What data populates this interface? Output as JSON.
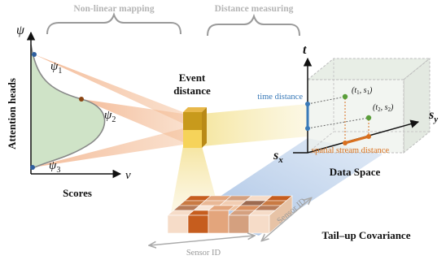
{
  "header": {
    "left_bracket_label": "Non-linear mapping",
    "right_bracket_label": "Distance measuring"
  },
  "left_plot": {
    "y_symbol": "ψ",
    "x_symbol": "v",
    "y_label": "Attention heads",
    "x_label": "Scores",
    "psi1": {
      "base": "ψ",
      "sub": "1"
    },
    "psi2": {
      "base": "ψ",
      "sub": "2"
    },
    "psi3": {
      "base": "ψ",
      "sub": "3"
    },
    "colors": {
      "fill": "#cfe3c7",
      "curve": "#888888",
      "point_blue": "#2f5f9e",
      "point_brown": "#8b4513"
    }
  },
  "event": {
    "label_line1": "Event",
    "label_line2": "distance"
  },
  "data_space": {
    "t_axis": "t",
    "sx_axis": {
      "base": "s",
      "sub": "x"
    },
    "sy_axis": {
      "base": "s",
      "sub": "y"
    },
    "time_distance_label": "time distance",
    "spatial_label": "spatial stream distance",
    "point1": {
      "open": "(t",
      "t_sub": "1",
      "mid": ", s",
      "s_sub": "1",
      "close": ")"
    },
    "point2": {
      "open": "(t",
      "t_sub": "2",
      "mid": ", s",
      "s_sub": "2",
      "close": ")"
    },
    "title": "Data Space",
    "colors": {
      "time": "#3a7ab8",
      "spatial": "#d9701e",
      "point": "#5a9e3a"
    }
  },
  "covariance": {
    "title": "Tail–up Covariance",
    "sensor_id_bottom": "Sensor ID",
    "sensor_id_side": "Sensor ID"
  }
}
